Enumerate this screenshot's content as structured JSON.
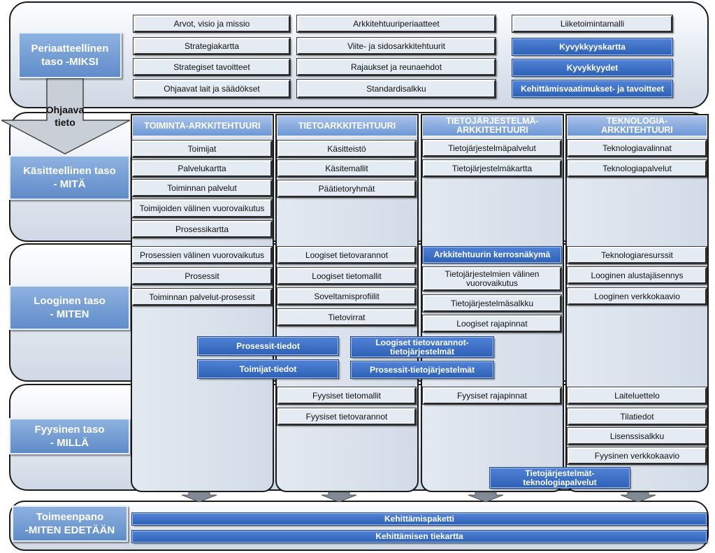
{
  "levels": {
    "periaatteellinen": "Periaatteellinen\ntaso -MIKSI",
    "kasitteellinen": "Käsitteellinen taso\n- MITÄ",
    "looginen": "Looginen taso\n- MITEN",
    "fyysinen": "Fyysinen taso\n- MILLÄ",
    "toimeenpano": "Toimeenpano\n-MITEN EDETÄÄN"
  },
  "guide_arrow": {
    "line1": "Ohjaava",
    "line2": "tieto"
  },
  "principles": {
    "col1": [
      "Arvot, visio ja missio",
      "Strategiakartta",
      "Strategiset tavoitteet",
      "Ohjaavat lait ja säädökset"
    ],
    "col2": [
      "Arkkitehtuuriperiaatteet",
      "Viite- ja sidosarkkitehtuurit",
      "Rajaukset ja reunaehdot",
      "Standardisalkku"
    ],
    "col3": [
      "Liiketoimintamalli",
      "Kyvykkyyskartta",
      "Kyvykkyydet",
      "Kehittämisvaatimukset- ja tavoitteet"
    ]
  },
  "headers": {
    "toiminta": "TOIMINTA-ARKKITEHTUURI",
    "tieto": "TIETOARKKITEHTUURI",
    "tietojarjestelma": "TIETOJÄRJESTELMÄ-\nARKKITEHTUURI",
    "teknologia": "TEKNOLOGIA-\nARKKITEHTUURI"
  },
  "toiminta": {
    "conceptual": [
      "Toimijat",
      "Palvelukartta",
      "Toiminnan palvelut",
      "Toimijoiden välinen vuorovaikutus",
      "Prosessikartta"
    ],
    "logical": [
      "Prosessien välinen vuorovaikutus",
      "Prosessit",
      "Toiminnan palvelut-prosessit"
    ]
  },
  "tieto": {
    "conceptual": [
      "Käsitteistö",
      "Käsitemallit",
      "Päätietoryhmät"
    ],
    "logical": [
      "Loogiset tietovarannot",
      "Loogiset tietomallit",
      "Soveltamisprofiilit",
      "Tietovirrat"
    ],
    "physical": [
      "Fyysiset tietomallit",
      "Fyysiset tietovarannot"
    ]
  },
  "tietojarjestelma": {
    "conceptual": [
      "Tietojärjestelmäpalvelut",
      "Tietojärjestelmäkartta"
    ],
    "logical": [
      "Arkkitehtuurin kerrosnäkymä",
      "Tietojärjestelmien välinen\nvuorovaikutus",
      "Tietojärjestelmäsalkku",
      "Loogiset rajapinnat"
    ],
    "physical": [
      "Fyysiset rajapinnat"
    ]
  },
  "teknologia": {
    "conceptual": [
      "Teknologiavalinnat",
      "Teknologiapalvelut"
    ],
    "logical": [
      "Teknologiaresurssit",
      "Looginen alustajäsennys",
      "Looginen verkkokaavio"
    ],
    "physical": [
      "Laiteluettelo",
      "Tilatiedot",
      "Lisenssisalkku",
      "Fyysinen verkkokaavio"
    ]
  },
  "cross": {
    "prosessit_tiedot": "Prosessit-tiedot",
    "toimijat_tiedot": "Toimijat-tiedot",
    "loogiset_tj": "Loogiset tietovarannot-\ntietojärjestelmät",
    "prosessit_tj": "Prosessit-tietojärjestelmät",
    "tj_teknologia": "Tietojärjestelmät-\nteknologiapalvelut"
  },
  "implementation": {
    "kehittamispaketti": "Kehittämispaketti",
    "tiekartta": "Kehittämisen tiekartta"
  }
}
